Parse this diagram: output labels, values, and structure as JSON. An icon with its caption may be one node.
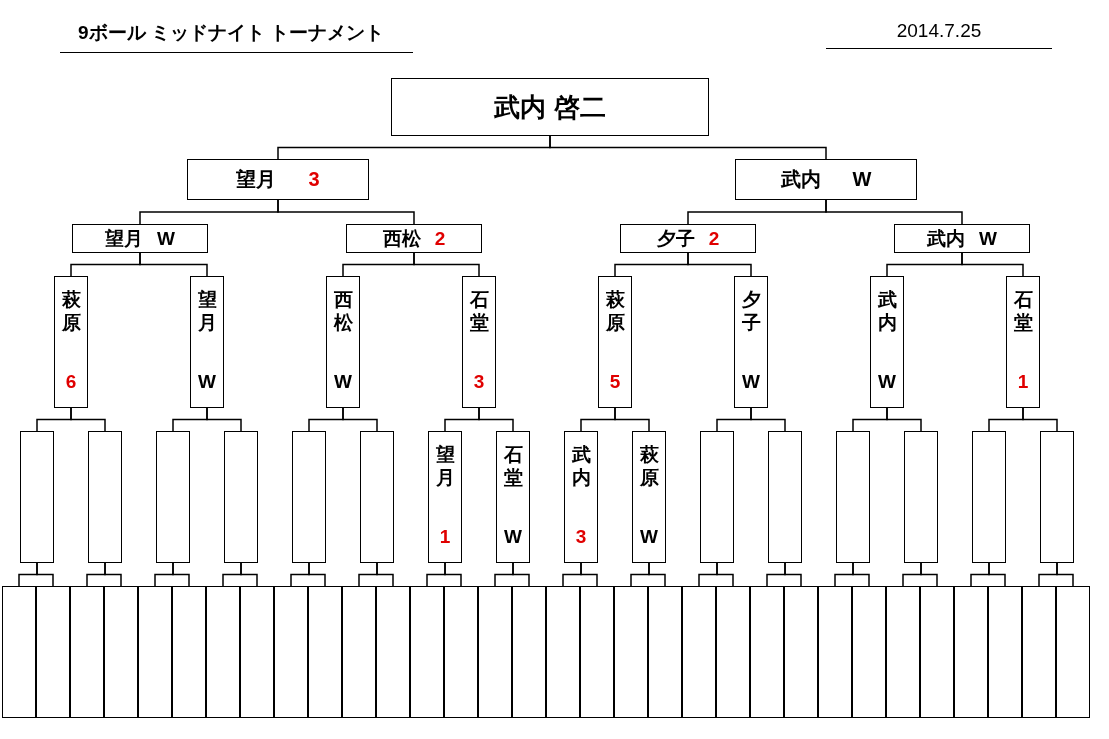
{
  "diagram": {
    "title": "9ボール ミッドナイト トーナメント",
    "nodes": [
      {
        "text": [
          "武内 啓二"
        ]
      },
      {
        "text": [
          "望月",
          "3"
        ]
      },
      {
        "text": [
          "武内",
          "W"
        ]
      },
      {
        "text": [
          "望月",
          "W"
        ]
      },
      {
        "text": [
          "西松",
          "2"
        ]
      },
      {
        "text": [
          "夕子",
          "2"
        ]
      },
      {
        "text": [
          "武内",
          "W"
        ]
      },
      {
        "text": [
          "萩原",
          "6"
        ]
      },
      {
        "text": [
          "望月",
          "W"
        ]
      },
      {
        "text": [
          "西松",
          "W"
        ]
      },
      {
        "text": [
          "石堂",
          "3"
        ]
      },
      {
        "text": [
          "萩原",
          "5"
        ]
      },
      {
        "text": [
          "夕子",
          "W"
        ]
      },
      {
        "text": [
          "武内",
          "W"
        ]
      },
      {
        "text": [
          "石堂",
          "1"
        ]
      },
      {
        "text": [],
        "shape": "box"
      },
      {
        "text": [],
        "shape": "box"
      },
      {
        "text": [],
        "shape": "box"
      },
      {
        "text": [],
        "shape": "box"
      },
      {
        "text": [],
        "shape": "box"
      },
      {
        "text": [],
        "shape": "box"
      },
      {
        "text": [
          "望月",
          "1"
        ]
      },
      {
        "text": [
          "石堂",
          "W"
        ]
      },
      {
        "text": [
          "武内",
          "3"
        ]
      },
      {
        "text": [
          "萩原",
          "W"
        ]
      },
      {
        "text": [],
        "shape": "box"
      },
      {
        "text": [],
        "shape": "box"
      },
      {
        "text": [],
        "shape": "box"
      },
      {
        "text": [],
        "shape": "box"
      },
      {
        "text": [],
        "shape": "box"
      },
      {
        "text": [],
        "shape": "box"
      },
      {
        "text": [],
        "shape": "box"
      },
      {
        "text": [],
        "shape": "box"
      },
      {
        "text": [],
        "shape": "box"
      },
      {
        "text": [],
        "shape": "box"
      },
      {
        "text": [],
        "shape": "box"
      },
      {
        "text": [],
        "shape": "box"
      },
      {
        "text": [],
        "shape": "box"
      },
      {
        "text": [],
        "shape": "box"
      },
      {
        "text": [],
        "shape": "box"
      },
      {
        "text": [],
        "shape": "box"
      },
      {
        "text": [],
        "shape": "box"
      },
      {
        "text": [],
        "shape": "box"
      },
      {
        "text": [],
        "shape": "box"
      },
      {
        "text": [],
        "shape": "box"
      },
      {
        "text": [],
        "shape": "box"
      },
      {
        "text": [],
        "shape": "box"
      },
      {
        "text": [],
        "shape": "box"
      },
      {
        "text": [],
        "shape": "box"
      },
      {
        "text": [],
        "shape": "box"
      },
      {
        "text": [],
        "shape": "box"
      },
      {
        "text": [],
        "shape": "box"
      },
      {
        "text": [],
        "shape": "box"
      },
      {
        "text": [],
        "shape": "box"
      },
      {
        "text": [],
        "shape": "box"
      },
      {
        "text": [],
        "shape": "box"
      },
      {
        "text": [],
        "shape": "box"
      },
      {
        "text": [],
        "shape": "box"
      },
      {
        "text": [],
        "shape": "box"
      },
      {
        "text": [],
        "shape": "box"
      },
      {
        "text": [],
        "shape": "box"
      },
      {
        "text": [],
        "shape": "box"
      },
      {
        "text": [],
        "shape": "box"
      }
    ],
    "edges": [
      {
        "from": 0,
        "to": 1,
        "arrow": "none"
      },
      {
        "from": 0,
        "to": 2,
        "arrow": "none"
      },
      {
        "from": 1,
        "to": 3,
        "arrow": "none"
      },
      {
        "from": 1,
        "to": 4,
        "arrow": "none"
      },
      {
        "from": 2,
        "to": 5,
        "arrow": "none"
      },
      {
        "from": 2,
        "to": 6,
        "arrow": "none"
      },
      {
        "from": 3,
        "to": 7,
        "arrow": "none"
      },
      {
        "from": 3,
        "to": 8,
        "arrow": "none"
      },
      {
        "from": 4,
        "to": 9,
        "arrow": "none"
      },
      {
        "from": 4,
        "to": 10,
        "arrow": "none"
      },
      {
        "from": 5,
        "to": 11,
        "arrow": "none"
      },
      {
        "from": 5,
        "to": 12,
        "arrow": "none"
      },
      {
        "from": 6,
        "to": 13,
        "arrow": "none"
      },
      {
        "from": 6,
        "to": 14,
        "arrow": "none"
      },
      {
        "from": 7,
        "to": 15,
        "arrow": "none"
      },
      {
        "from": 7,
        "to": 16,
        "arrow": "none"
      },
      {
        "from": 8,
        "to": 17,
        "arrow": "none"
      },
      {
        "from": 8,
        "to": 18,
        "arrow": "none"
      },
      {
        "from": 9,
        "to": 19,
        "arrow": "none"
      },
      {
        "from": 9,
        "to": 20,
        "arrow": "none"
      },
      {
        "from": 10,
        "to": 21,
        "arrow": "none"
      },
      {
        "from": 10,
        "to": 22,
        "arrow": "none"
      },
      {
        "from": 11,
        "to": 23,
        "arrow": "none"
      },
      {
        "from": 11,
        "to": 24,
        "arrow": "none"
      },
      {
        "from": 12,
        "to": 25,
        "arrow": "none"
      },
      {
        "from": 12,
        "to": 26,
        "arrow": "none"
      },
      {
        "from": 13,
        "to": 27,
        "arrow": "none"
      },
      {
        "from": 13,
        "to": 28,
        "arrow": "none"
      },
      {
        "from": 14,
        "to": 29,
        "arrow": "none"
      },
      {
        "from": 14,
        "to": 30,
        "arrow": "none"
      },
      {
        "from": 15,
        "to": 31,
        "arrow": "none"
      },
      {
        "from": 15,
        "to": 32,
        "arrow": "none"
      },
      {
        "from": 16,
        "to": 33,
        "arrow": "none"
      },
      {
        "from": 16,
        "to": 34,
        "arrow": "none"
      },
      {
        "from": 17,
        "to": 35,
        "arrow": "none"
      },
      {
        "from": 17,
        "to": 36,
        "arrow": "none"
      },
      {
        "from": 18,
        "to": 37,
        "arrow": "none"
      },
      {
        "from": 18,
        "to": 38,
        "arrow": "none"
      },
      {
        "from": 19,
        "to": 39,
        "arrow": "none"
      },
      {
        "from": 19,
        "to": 40,
        "arrow": "none"
      },
      {
        "from": 20,
        "to": 41,
        "arrow": "none"
      },
      {
        "from": 20,
        "to": 42,
        "arrow": "none"
      },
      {
        "from": 21,
        "to": 43,
        "arrow": "none"
      },
      {
        "from": 21,
        "to": 44,
        "arrow": "none"
      },
      {
        "from": 22,
        "to": 45,
        "arrow": "none"
      },
      {
        "from": 22,
        "to": 46,
        "arrow": "none"
      },
      {
        "from": 23,
        "to": 47,
        "arrow": "none"
      },
      {
        "from": 23,
        "to": 48,
        "arrow": "none"
      },
      {
        "from": 24,
        "to": 49,
        "arrow": "none"
      },
      {
        "from": 24,
        "to": 50,
        "arrow": "none"
      },
      {
        "from": 25,
        "to": 51,
        "arrow": "none"
      },
      {
        "from": 25,
        "to": 52,
        "arrow": "none"
      },
      {
        "from": 26,
        "to": 53,
        "arrow": "none"
      },
      {
        "from": 26,
        "to": 54,
        "arrow": "none"
      },
      {
        "from": 27,
        "to": 55,
        "arrow": "none"
      },
      {
        "from": 27,
        "to": 56,
        "arrow": "none"
      },
      {
        "from": 28,
        "to": 57,
        "arrow": "none"
      },
      {
        "from": 28,
        "to": 58,
        "arrow": "none"
      },
      {
        "from": 29,
        "to": 59,
        "arrow": "none"
      },
      {
        "from": 29,
        "to": 60,
        "arrow": "none"
      },
      {
        "from": 30,
        "to": 61,
        "arrow": "none"
      },
      {
        "from": 30,
        "to": 62,
        "arrow": "none"
      }
    ],
    "labels": [
      "2014.7.25"
    ]
  }
}
